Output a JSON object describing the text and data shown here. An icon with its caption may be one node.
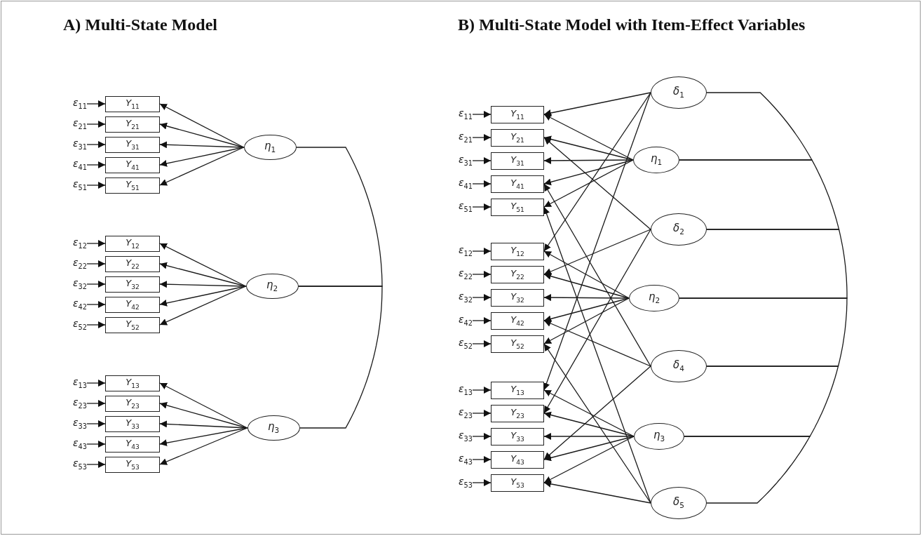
{
  "diagram": {
    "nodes": [
      {
        "text": [
          "ε$_{11}$"
        ]
      },
      {
        "text": [
          "Y$_{11}$"
        ]
      },
      {
        "text": [
          "ε$_{21}$"
        ]
      },
      {
        "text": [
          "Y$_{21}$"
        ]
      },
      {
        "text": [
          "ε$_{31}$"
        ]
      },
      {
        "text": [
          "Y$_{31}$"
        ]
      },
      {
        "text": [
          "ε$_{41}$"
        ]
      },
      {
        "text": [
          "Y$_{41}$"
        ]
      },
      {
        "text": [
          "ε$_{51}$"
        ]
      },
      {
        "text": [
          "Y$_{51}$"
        ]
      },
      {
        "text": [
          "ε$_{12}$"
        ]
      },
      {
        "text": [
          "Y$_{12}$"
        ]
      },
      {
        "text": [
          "ε$_{22}$"
        ]
      },
      {
        "text": [
          "Y$_{22}$"
        ]
      },
      {
        "text": [
          "ε$_{32}$"
        ]
      },
      {
        "text": [
          "Y$_{32}$"
        ]
      },
      {
        "text": [
          "ε$_{42}$"
        ]
      },
      {
        "text": [
          "Y$_{42}$"
        ]
      },
      {
        "text": [
          "ε$_{52}$"
        ]
      },
      {
        "text": [
          "Y$_{52}$"
        ]
      },
      {
        "text": [
          "ε$_{13}$"
        ]
      },
      {
        "text": [
          "Y$_{13}$"
        ]
      },
      {
        "text": [
          "ε$_{23}$"
        ]
      },
      {
        "text": [
          "Y$_{23}$"
        ]
      },
      {
        "text": [
          "ε$_{33}$"
        ]
      },
      {
        "text": [
          "Y$_{33}$"
        ]
      },
      {
        "text": [
          "ε$_{43}$"
        ]
      },
      {
        "text": [
          "Y$_{43}$"
        ]
      },
      {
        "text": [
          "ε$_{53}$"
        ]
      },
      {
        "text": [
          "Y$_{53}$"
        ]
      },
      {
        "text": [
          "η$_{1}$"
        ]
      },
      {
        "text": [
          "η$_{2}$"
        ]
      },
      {
        "text": [
          "η$_{3}$"
        ]
      },
      {
        "text": [
          "ε$_{11}$"
        ]
      },
      {
        "text": [
          "Y$_{11}$"
        ]
      },
      {
        "text": [
          "ε$_{21}$"
        ]
      },
      {
        "text": [
          "Y$_{21}$"
        ]
      },
      {
        "text": [
          "ε$_{31}$"
        ]
      },
      {
        "text": [
          "Y$_{31}$"
        ]
      },
      {
        "text": [
          "ε$_{41}$"
        ]
      },
      {
        "text": [
          "Y$_{41}$"
        ]
      },
      {
        "text": [
          "ε$_{51}$"
        ]
      },
      {
        "text": [
          "Y$_{51}$"
        ]
      },
      {
        "text": [
          "ε$_{12}$"
        ]
      },
      {
        "text": [
          "Y$_{12}$"
        ]
      },
      {
        "text": [
          "ε$_{22}$"
        ]
      },
      {
        "text": [
          "Y$_{22}$"
        ]
      },
      {
        "text": [
          "ε$_{32}$"
        ]
      },
      {
        "text": [
          "Y$_{32}$"
        ]
      },
      {
        "text": [
          "ε$_{42}$"
        ]
      },
      {
        "text": [
          "Y$_{42}$"
        ]
      },
      {
        "text": [
          "ε$_{52}$"
        ]
      },
      {
        "text": [
          "Y$_{52}$"
        ]
      },
      {
        "text": [
          "ε$_{13}$"
        ]
      },
      {
        "text": [
          "Y$_{13}$"
        ]
      },
      {
        "text": [
          "ε$_{23}$"
        ]
      },
      {
        "text": [
          "Y$_{23}$"
        ]
      },
      {
        "text": [
          "ε$_{33}$"
        ]
      },
      {
        "text": [
          "Y$_{33}$"
        ]
      },
      {
        "text": [
          "ε$_{43}$"
        ]
      },
      {
        "text": [
          "Y$_{43}$"
        ]
      },
      {
        "text": [
          "ε$_{53}$"
        ]
      },
      {
        "text": [
          "Y$_{53}$"
        ]
      },
      {
        "text": [
          "δ$_{1}$"
        ]
      },
      {
        "text": [
          "η$_{1}$"
        ]
      },
      {
        "text": [
          "δ$_{2}$"
        ]
      },
      {
        "text": [
          "η$_{2}$"
        ]
      },
      {
        "text": [
          "δ$_{4}$"
        ]
      },
      {
        "text": [
          "η$_{3}$"
        ]
      },
      {
        "text": [
          "δ$_{5}$"
        ]
      }
    ],
    "edges": [
      {
        "from": 0,
        "to": 1,
        "arrow": "to"
      },
      {
        "from": 2,
        "to": 3,
        "arrow": "to"
      },
      {
        "from": 4,
        "to": 5,
        "arrow": "to"
      },
      {
        "from": 6,
        "to": 7,
        "arrow": "to"
      },
      {
        "from": 8,
        "to": 9,
        "arrow": "to"
      },
      {
        "from": 10,
        "to": 11,
        "arrow": "to"
      },
      {
        "from": 12,
        "to": 13,
        "arrow": "to"
      },
      {
        "from": 14,
        "to": 15,
        "arrow": "to"
      },
      {
        "from": 16,
        "to": 17,
        "arrow": "to"
      },
      {
        "from": 18,
        "to": 19,
        "arrow": "to"
      },
      {
        "from": 20,
        "to": 21,
        "arrow": "to"
      },
      {
        "from": 22,
        "to": 23,
        "arrow": "to"
      },
      {
        "from": 24,
        "to": 25,
        "arrow": "to"
      },
      {
        "from": 26,
        "to": 27,
        "arrow": "to"
      },
      {
        "from": 28,
        "to": 29,
        "arrow": "to"
      },
      {
        "from": 30,
        "to": 1,
        "arrow": "to"
      },
      {
        "from": 30,
        "to": 3,
        "arrow": "to"
      },
      {
        "from": 30,
        "to": 5,
        "arrow": "to"
      },
      {
        "from": 30,
        "to": 7,
        "arrow": "to"
      },
      {
        "from": 30,
        "to": 9,
        "arrow": "to"
      },
      {
        "from": 31,
        "to": 11,
        "arrow": "to"
      },
      {
        "from": 31,
        "to": 13,
        "arrow": "to"
      },
      {
        "from": 31,
        "to": 15,
        "arrow": "to"
      },
      {
        "from": 31,
        "to": 17,
        "arrow": "to"
      },
      {
        "from": 31,
        "to": 19,
        "arrow": "to"
      },
      {
        "from": 32,
        "to": 21,
        "arrow": "to"
      },
      {
        "from": 32,
        "to": 23,
        "arrow": "to"
      },
      {
        "from": 32,
        "to": 25,
        "arrow": "to"
      },
      {
        "from": 32,
        "to": 27,
        "arrow": "to"
      },
      {
        "from": 32,
        "to": 29,
        "arrow": "to"
      },
      {
        "from": 30,
        "to": 31,
        "arrow": "none"
      },
      {
        "from": 31,
        "to": 32,
        "arrow": "none"
      },
      {
        "from": 33,
        "to": 34,
        "arrow": "to"
      },
      {
        "from": 35,
        "to": 36,
        "arrow": "to"
      },
      {
        "from": 37,
        "to": 38,
        "arrow": "to"
      },
      {
        "from": 39,
        "to": 40,
        "arrow": "to"
      },
      {
        "from": 41,
        "to": 42,
        "arrow": "to"
      },
      {
        "from": 43,
        "to": 44,
        "arrow": "to"
      },
      {
        "from": 45,
        "to": 46,
        "arrow": "to"
      },
      {
        "from": 47,
        "to": 48,
        "arrow": "to"
      },
      {
        "from": 49,
        "to": 50,
        "arrow": "to"
      },
      {
        "from": 51,
        "to": 52,
        "arrow": "to"
      },
      {
        "from": 53,
        "to": 54,
        "arrow": "to"
      },
      {
        "from": 55,
        "to": 56,
        "arrow": "to"
      },
      {
        "from": 57,
        "to": 58,
        "arrow": "to"
      },
      {
        "from": 59,
        "to": 60,
        "arrow": "to"
      },
      {
        "from": 61,
        "to": 62,
        "arrow": "to"
      },
      {
        "from": 64,
        "to": 34,
        "arrow": "to"
      },
      {
        "from": 64,
        "to": 36,
        "arrow": "to"
      },
      {
        "from": 64,
        "to": 38,
        "arrow": "to"
      },
      {
        "from": 64,
        "to": 40,
        "arrow": "to"
      },
      {
        "from": 64,
        "to": 42,
        "arrow": "to"
      },
      {
        "from": 66,
        "to": 44,
        "arrow": "to"
      },
      {
        "from": 66,
        "to": 46,
        "arrow": "to"
      },
      {
        "from": 66,
        "to": 48,
        "arrow": "to"
      },
      {
        "from": 66,
        "to": 50,
        "arrow": "to"
      },
      {
        "from": 66,
        "to": 52,
        "arrow": "to"
      },
      {
        "from": 68,
        "to": 54,
        "arrow": "to"
      },
      {
        "from": 68,
        "to": 56,
        "arrow": "to"
      },
      {
        "from": 68,
        "to": 58,
        "arrow": "to"
      },
      {
        "from": 68,
        "to": 60,
        "arrow": "to"
      },
      {
        "from": 68,
        "to": 62,
        "arrow": "to"
      },
      {
        "from": 63,
        "to": 34,
        "arrow": "to"
      },
      {
        "from": 63,
        "to": 44,
        "arrow": "to"
      },
      {
        "from": 63,
        "to": 54,
        "arrow": "to"
      },
      {
        "from": 65,
        "to": 36,
        "arrow": "to"
      },
      {
        "from": 65,
        "to": 46,
        "arrow": "to"
      },
      {
        "from": 65,
        "to": 56,
        "arrow": "to"
      },
      {
        "from": 67,
        "to": 40,
        "arrow": "to"
      },
      {
        "from": 67,
        "to": 50,
        "arrow": "to"
      },
      {
        "from": 67,
        "to": 60,
        "arrow": "to"
      },
      {
        "from": 69,
        "to": 42,
        "arrow": "to"
      },
      {
        "from": 69,
        "to": 52,
        "arrow": "to"
      },
      {
        "from": 69,
        "to": 62,
        "arrow": "to"
      },
      {
        "from": 63,
        "to": 64,
        "arrow": "none"
      },
      {
        "from": 64,
        "to": 65,
        "arrow": "none"
      },
      {
        "from": 65,
        "to": 66,
        "arrow": "none"
      },
      {
        "from": 66,
        "to": 67,
        "arrow": "none"
      },
      {
        "from": 67,
        "to": 68,
        "arrow": "none"
      },
      {
        "from": 68,
        "to": 69,
        "arrow": "none"
      }
    ],
    "labels": [
      "A) Multi-State Model",
      "B) Multi-State Model with Item-Effect Variables"
    ]
  }
}
